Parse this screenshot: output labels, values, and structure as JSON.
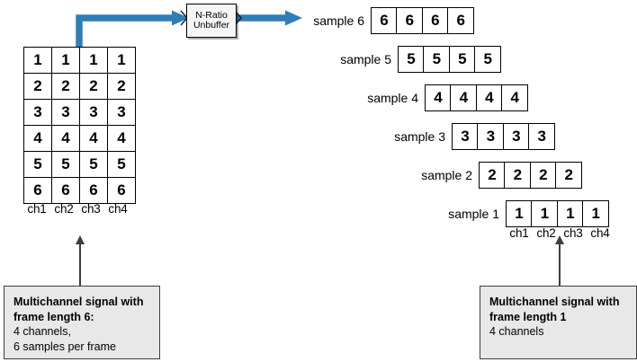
{
  "diagram": {
    "title": "N-Ratio Unbuffer multichannel frame diagram",
    "accent_blue": "#2E7EB8",
    "line_black": "#000000",
    "caption_fill": "#E8E8E8"
  },
  "block": {
    "line1": "N-Ratio",
    "line2": "Unbuffer",
    "input_port_icon": "port-arrow-icon",
    "output_port_icon": "port-arrow-icon"
  },
  "input_matrix": {
    "rows": [
      [
        "1",
        "1",
        "1",
        "1"
      ],
      [
        "2",
        "2",
        "2",
        "2"
      ],
      [
        "3",
        "3",
        "3",
        "3"
      ],
      [
        "4",
        "4",
        "4",
        "4"
      ],
      [
        "5",
        "5",
        "5",
        "5"
      ],
      [
        "6",
        "6",
        "6",
        "6"
      ]
    ],
    "channel_labels": [
      "ch1",
      "ch2",
      "ch3",
      "ch4"
    ]
  },
  "output_rows": [
    {
      "label": "sample 6",
      "values": [
        "6",
        "6",
        "6",
        "6"
      ]
    },
    {
      "label": "sample 5",
      "values": [
        "5",
        "5",
        "5",
        "5"
      ]
    },
    {
      "label": "sample 4",
      "values": [
        "4",
        "4",
        "4",
        "4"
      ]
    },
    {
      "label": "sample 3",
      "values": [
        "3",
        "3",
        "3",
        "3"
      ]
    },
    {
      "label": "sample 2",
      "values": [
        "2",
        "2",
        "2",
        "2"
      ]
    },
    {
      "label": "sample 1",
      "values": [
        "1",
        "1",
        "1",
        "1"
      ]
    }
  ],
  "output_channel_labels": [
    "ch1",
    "ch2",
    "ch3",
    "ch4"
  ],
  "captions": {
    "left": {
      "bold_line1": "Multichannel signal with",
      "bold_line2": "frame length 6:",
      "line3": "4 channels,",
      "line4": "6 samples per frame"
    },
    "right": {
      "bold_line1": "Multichannel signal with",
      "bold_line2": "frame length 1",
      "line3": "4 channels"
    }
  }
}
